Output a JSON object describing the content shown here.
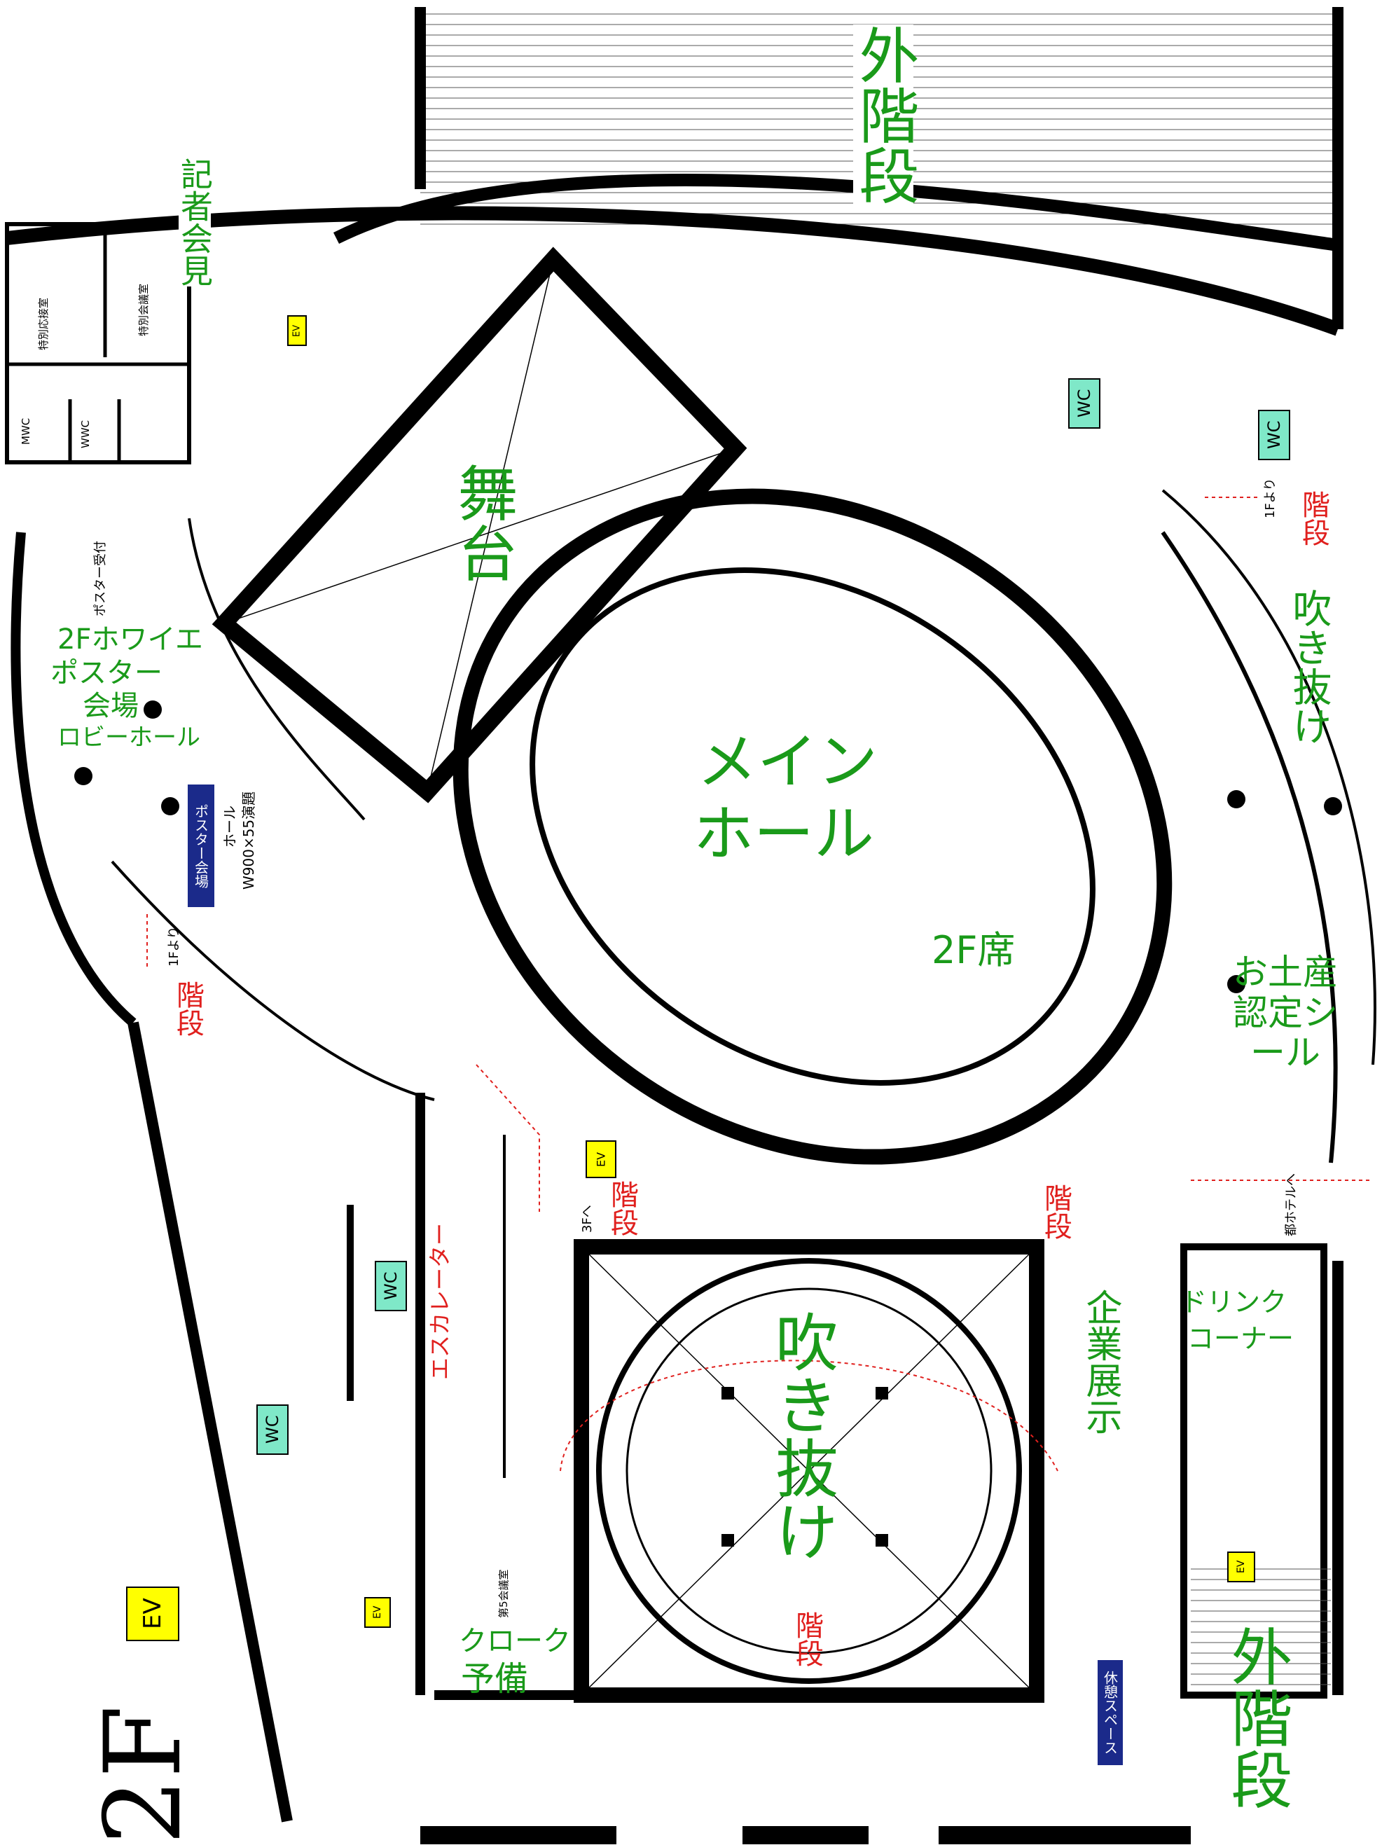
{
  "floor_label": "2F",
  "labels": {
    "outer_stairs_top": "外階段",
    "outer_stairs_bottom": "外階段",
    "press_conference": "記者会見",
    "stage": "舞台",
    "main_hall_line1": "メイン",
    "main_hall_line2": "ホール",
    "second_floor_seats": "2F席",
    "foyer_line1": "2Fホワイエ",
    "foyer_line2": "ポスター",
    "foyer_line3": "会場",
    "foyer_line4": "ロビーホール",
    "atrium_right": "吹き抜け",
    "atrium_center": "吹き抜け",
    "souvenir": "お土産認定シール",
    "exhibition": "企業展示",
    "drink_line1": "ドリンク",
    "drink_line2": "コーナー",
    "cloak_line1": "クローク",
    "cloak_line2": "予備",
    "escalator": "エスカレーター",
    "stairs": "階段",
    "poster_reception": "ポスター受付",
    "poster_venue_badge": "ポスター会場",
    "hall_size_line1": "ホール",
    "hall_size_line2": "W900×55演題",
    "rest_space": "休憩スペース",
    "from_1f": "1Fより",
    "to_3f": "3Fへ",
    "to_hotel": "都ホテルへ",
    "special_reception": "特別応接室",
    "special_meeting": "特別会議室",
    "meeting_room_5": "第5会議室",
    "mwc": "MWC",
    "wwc": "WWC",
    "wc": "WC",
    "ev": "EV"
  },
  "colors": {
    "label_green": "#1a9a1a",
    "label_red": "#e0201e",
    "ev_yellow": "#ffff00",
    "wc_teal": "#7fe8c8",
    "badge_navy": "#1b2a8a"
  }
}
